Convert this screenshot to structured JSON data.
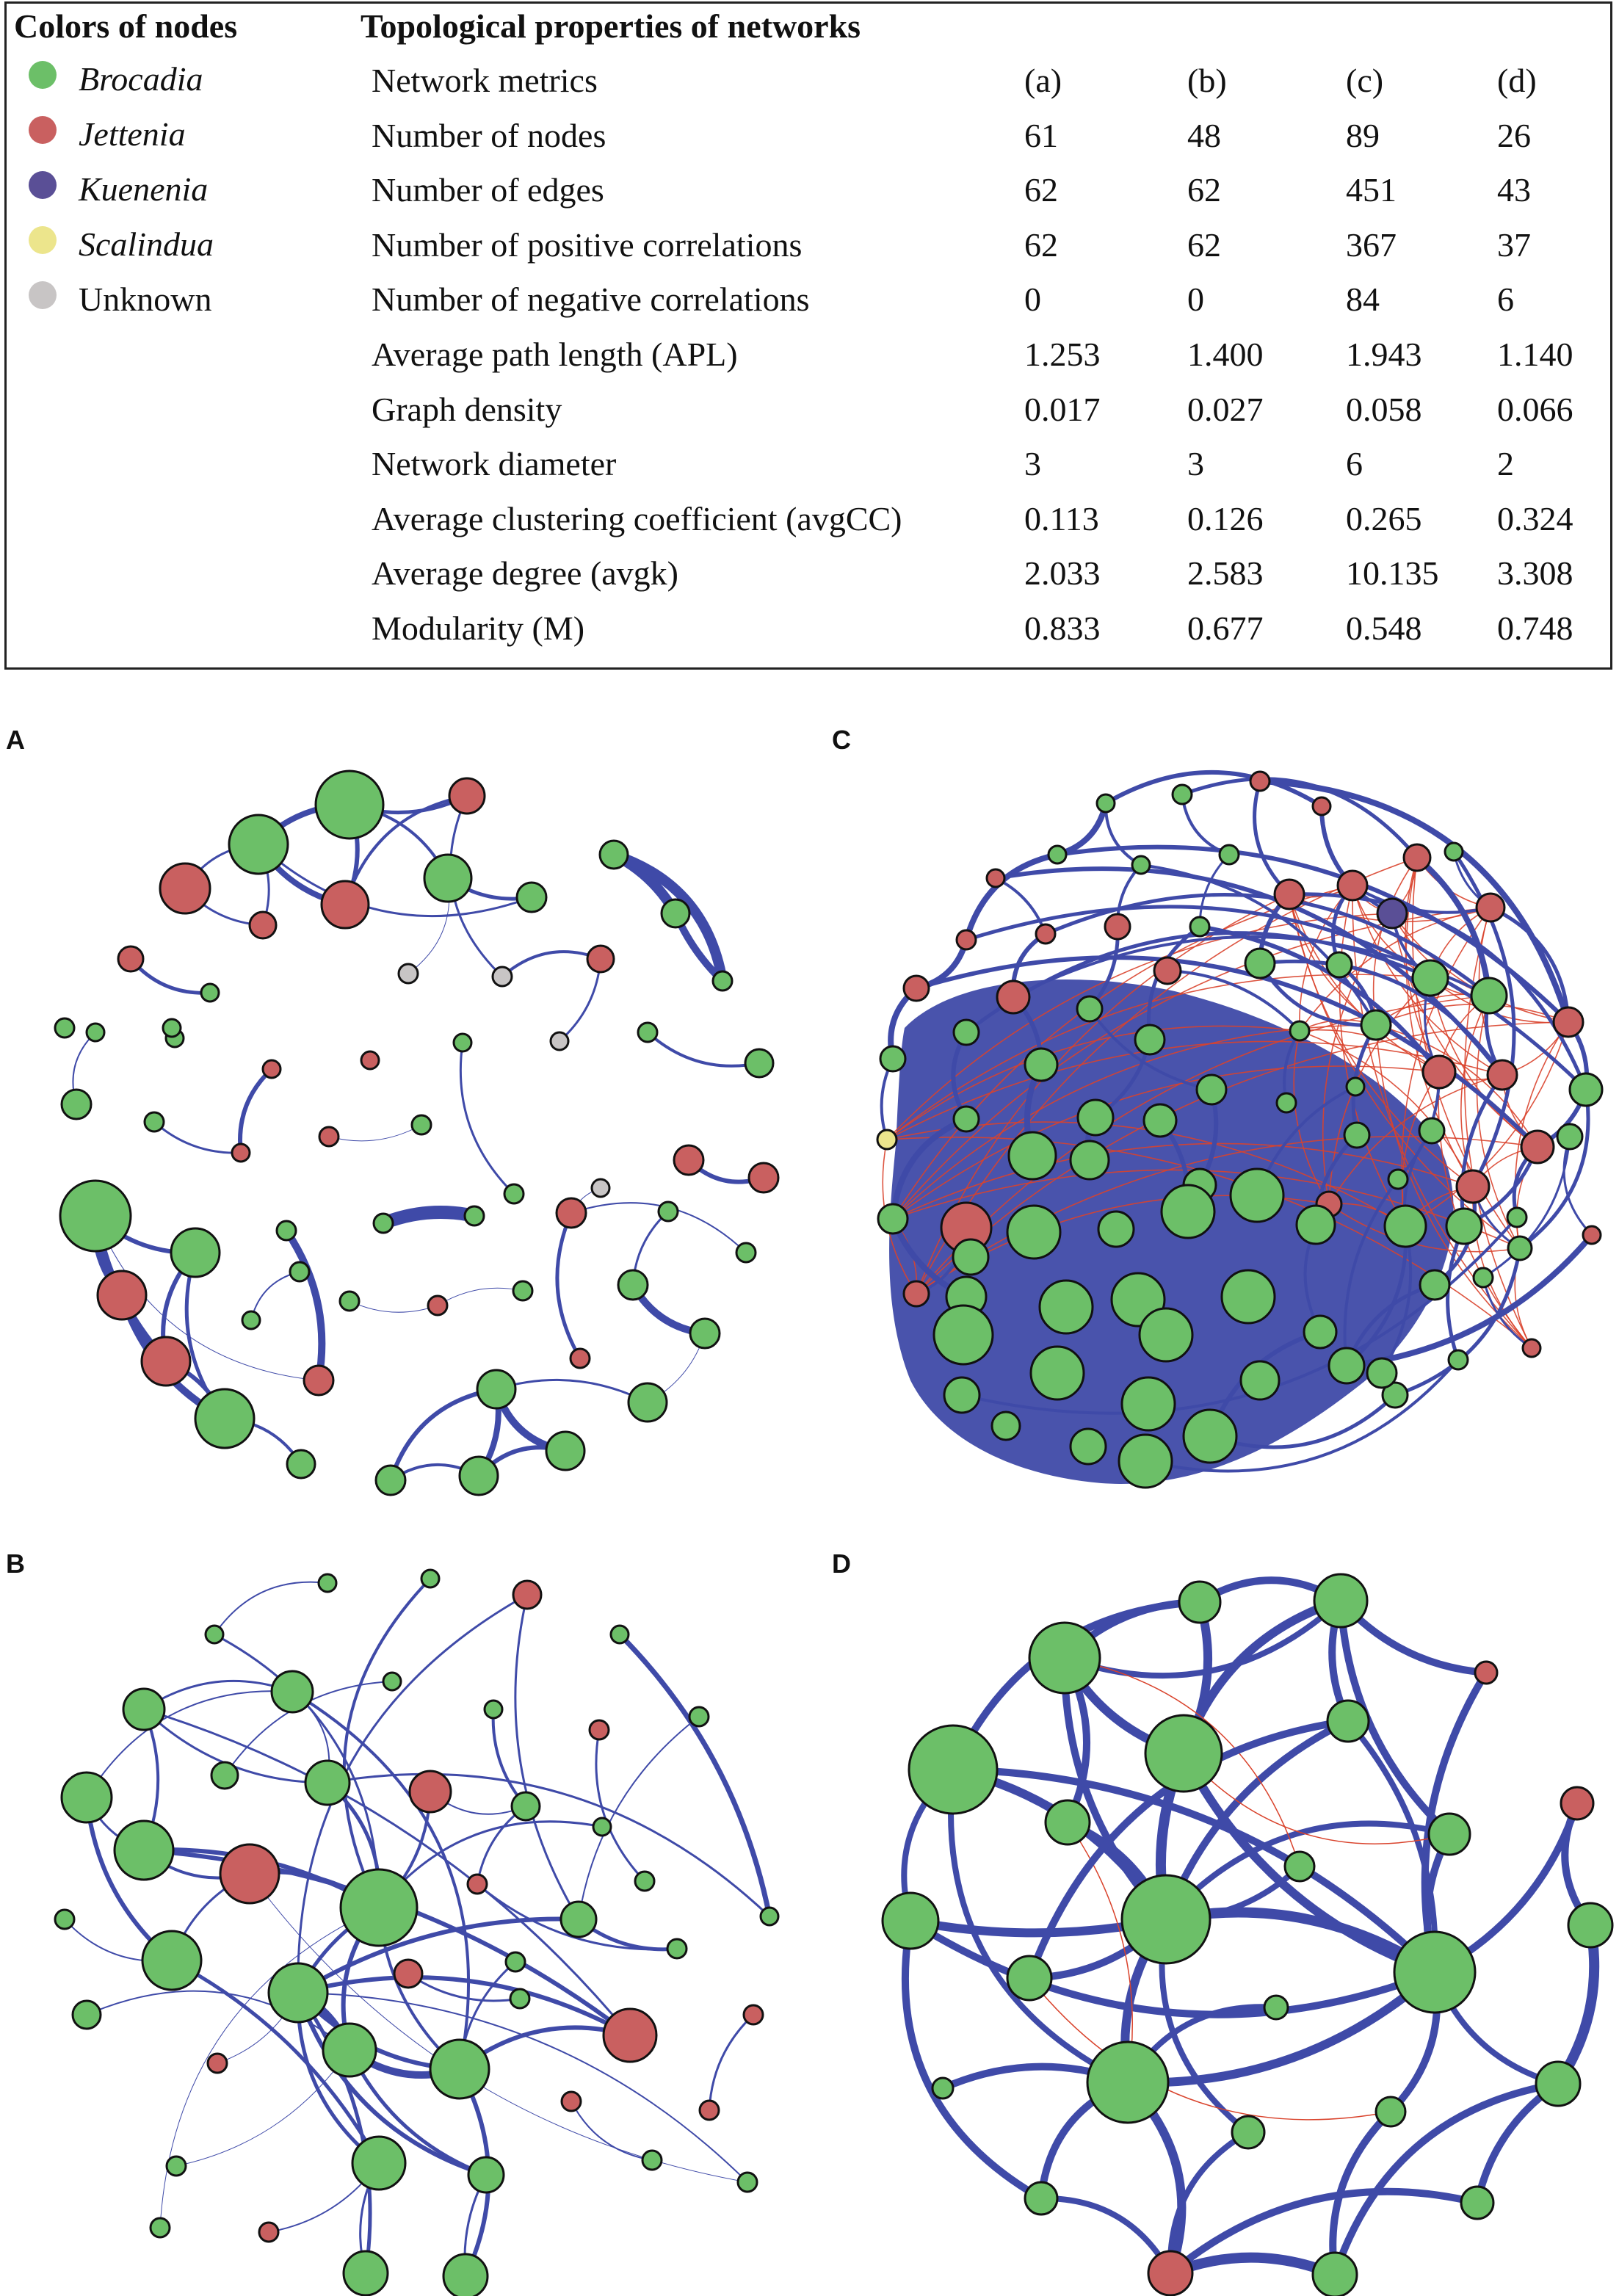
{
  "legend": {
    "title": "Colors of nodes",
    "items": [
      {
        "label": "Brocadia",
        "color": "#6cbf68",
        "italic": true
      },
      {
        "label": "Jettenia",
        "color": "#c96060",
        "italic": true
      },
      {
        "label": "Kuenenia",
        "color": "#5a4f96",
        "italic": true
      },
      {
        "label": "Scalindua",
        "color": "#ece58c",
        "italic": true
      },
      {
        "label": "Unknown",
        "color": "#c8c5c5",
        "italic": false
      }
    ]
  },
  "table": {
    "title": "Topological properties of networks",
    "header": [
      "Network metrics",
      "(a)",
      "(b)",
      "(c)",
      "(d)"
    ],
    "rows": [
      [
        "Number of nodes",
        "61",
        "48",
        "89",
        "26"
      ],
      [
        "Number of edges",
        "62",
        "62",
        "451",
        "43"
      ],
      [
        "Number of positive correlations",
        "62",
        "62",
        "367",
        "37"
      ],
      [
        "Number of negative correlations",
        "0",
        "0",
        "84",
        "6"
      ],
      [
        "Average path length (APL)",
        "1.253",
        "1.400",
        "1.943",
        "1.140"
      ],
      [
        "Graph density",
        "0.017",
        "0.027",
        "0.058",
        "0.066"
      ],
      [
        "Network diameter",
        "3",
        "3",
        "6",
        "2"
      ],
      [
        "Average clustering coefficient (avgCC)",
        "0.113",
        "0.126",
        "0.265",
        "0.324"
      ],
      [
        "Average degree (avgk)",
        "2.033",
        "2.583",
        "10.135",
        "3.308"
      ],
      [
        "Modularity (M)",
        "0.833",
        "0.677",
        "0.548",
        "0.748"
      ]
    ]
  },
  "panels": [
    "A",
    "B",
    "C",
    "D"
  ],
  "colors": {
    "positive_edge": "#3f4aa8",
    "negative_edge": "#d9432c",
    "node_outline": "#111111",
    "brocadia": "#6cbf68",
    "jettenia": "#c96060",
    "kuenenia": "#5a4f96",
    "scalindua": "#ece58c",
    "unknown": "#c8c5c5"
  }
}
